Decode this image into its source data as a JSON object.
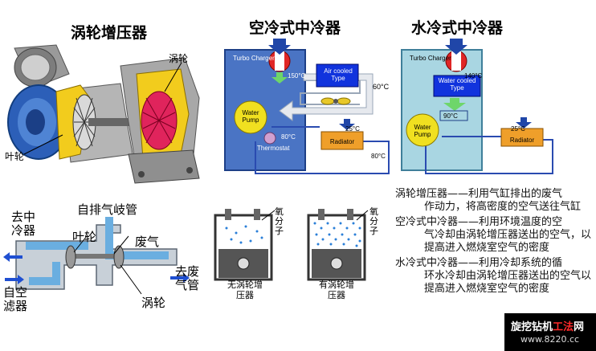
{
  "turbo_photo": {
    "title": "涡轮增压器",
    "label_turbine": "涡轮",
    "label_impeller": "叶轮"
  },
  "air_cooled": {
    "title": "空冷式中冷器",
    "turbo_charger": "Turbo Charger",
    "temp_turbo": "150°C",
    "type_box": "Air cooled Type",
    "temp_right": "60°C",
    "water_pump": "Water Pump",
    "temp_thermo": "80°C",
    "thermostat": "Thermostat",
    "temp_radiator": "25°C",
    "radiator": "Radiator",
    "temp_bottom": "80°C"
  },
  "water_cooled": {
    "title": "水冷式中冷器",
    "turbo_charger": "Turbo Charger",
    "temp_turbo": "140°C",
    "type_box": "Water cooled Type",
    "temp_box": "90°C",
    "water_pump": "Water Pump",
    "temp_radiator": "25°C",
    "radiator": "Radiator"
  },
  "schematic": {
    "label_intake_cooler": "去中冷器",
    "label_exhaust_manifold": "自排气岐管",
    "label_impeller": "叶轮",
    "label_exhaust_gas": "废气",
    "label_to_exhaust": "去废气管",
    "label_from_filter": "自空滤器",
    "label_turbine": "涡轮"
  },
  "cylinders": {
    "left_oxygen": "氧分子",
    "left_caption": "无涡轮增压器",
    "right_oxygen": "氧分子",
    "right_caption": "有涡轮增压器"
  },
  "descriptions": [
    {
      "head": "涡轮增压器——利用气缸排出的废气",
      "cont": "作动力，将高密度的空气送往气缸"
    },
    {
      "head": "空冷式中冷器——利用环境温度的空",
      "cont": "气冷却由涡轮增压器送出的空气，以提高进入燃烧室空气的密度"
    },
    {
      "head": "水冷式中冷器——利用冷却系统的循",
      "cont": "环水冷却由涡轮增压器送出的空气以提高进入燃烧室空气的密度"
    }
  ],
  "watermark": {
    "text_white": "旋挖钻机",
    "text_red": "工法",
    "text_white2": "网",
    "url": "www.8220.cc"
  }
}
